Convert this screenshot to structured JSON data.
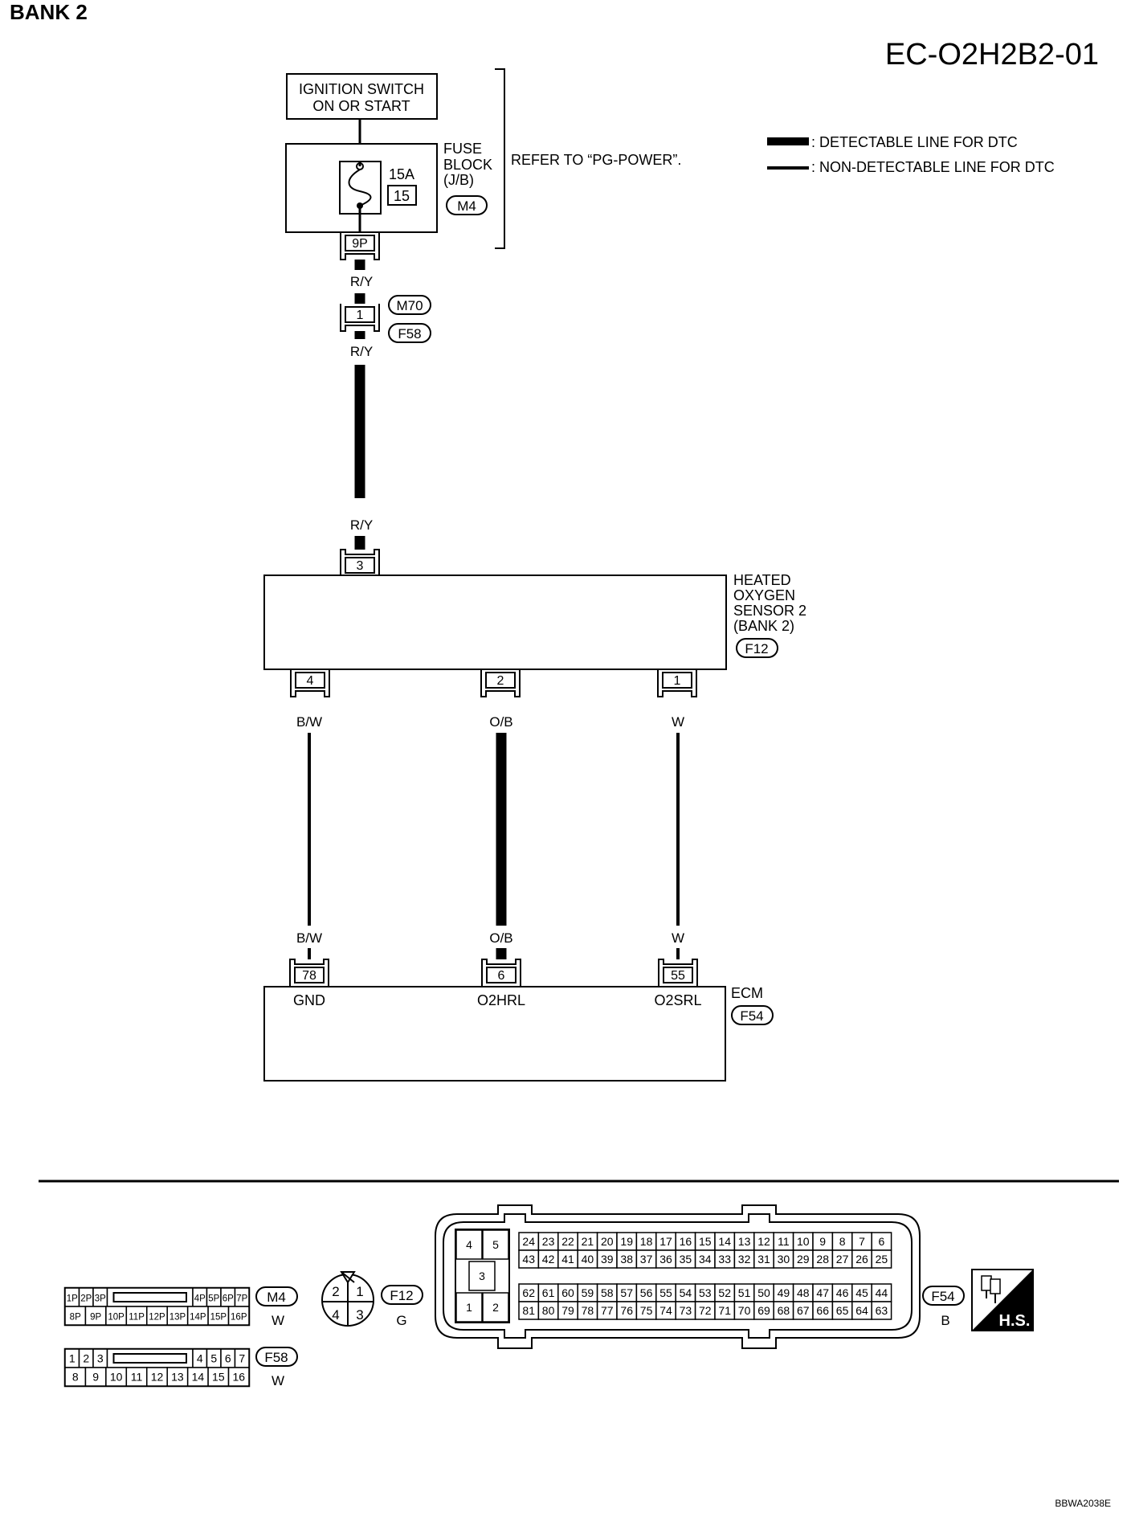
{
  "title": "BANK 2",
  "diagram_code": "EC-O2H2B2-01",
  "reference_code": "BBWA2038E",
  "legend": {
    "detectable": ": DETECTABLE LINE FOR DTC",
    "non_detectable": ": NON-DETECTABLE LINE FOR DTC"
  },
  "ignition": {
    "line1": "IGNITION SWITCH",
    "line2": "ON OR START"
  },
  "fuse_block": {
    "line1": "FUSE",
    "line2": "BLOCK",
    "line3": "(J/B)",
    "connector": "M4",
    "rating": "15A",
    "number": "15",
    "pin": "9P"
  },
  "refer_text": "REFER TO “PG-POWER”.",
  "joint": {
    "pin": "1",
    "connector_top": "M70",
    "connector_bottom": "F58"
  },
  "wires": {
    "ry": "R/Y",
    "bw": "B/W",
    "ob": "O/B",
    "w": "W"
  },
  "sensor": {
    "line1": "HEATED",
    "line2": "OXYGEN",
    "line3": "SENSOR 2",
    "line4": "(BANK 2)",
    "connector": "F12",
    "pin_top": "3",
    "pins_bottom": [
      "4",
      "2",
      "1"
    ]
  },
  "ecm": {
    "label": "ECM",
    "connector": "F54",
    "pins": [
      "78",
      "6",
      "55"
    ],
    "terminals": [
      "GND",
      "O2HRL",
      "O2SRL"
    ]
  },
  "connectors": {
    "m4": {
      "id": "M4",
      "color": "W",
      "row1_left": [
        "1P",
        "2P",
        "3P"
      ],
      "row1_right": [
        "4P",
        "5P",
        "6P",
        "7P"
      ],
      "row2": [
        "8P",
        "9P",
        "10P",
        "11P",
        "12P",
        "13P",
        "14P",
        "15P",
        "16P"
      ]
    },
    "f58": {
      "id": "F58",
      "color": "W",
      "row1_left": [
        "1",
        "2",
        "3"
      ],
      "row1_right": [
        "4",
        "5",
        "6",
        "7"
      ],
      "row2": [
        "8",
        "9",
        "10",
        "11",
        "12",
        "13",
        "14",
        "15",
        "16"
      ]
    },
    "f12": {
      "id": "F12",
      "color": "G",
      "pins": [
        "2",
        "1",
        "4",
        "3"
      ]
    },
    "f54": {
      "id": "F54",
      "color": "B",
      "block_pins": [
        "4",
        "5",
        "3",
        "1",
        "2"
      ],
      "rows": [
        [
          "24",
          "23",
          "22",
          "21",
          "20",
          "19",
          "18",
          "17",
          "16",
          "15",
          "14",
          "13",
          "12",
          "11",
          "10",
          "9",
          "8",
          "7",
          "6"
        ],
        [
          "43",
          "42",
          "41",
          "40",
          "39",
          "38",
          "37",
          "36",
          "35",
          "34",
          "33",
          "32",
          "31",
          "30",
          "29",
          "28",
          "27",
          "26",
          "25"
        ],
        [
          "62",
          "61",
          "60",
          "59",
          "58",
          "57",
          "56",
          "55",
          "54",
          "53",
          "52",
          "51",
          "50",
          "49",
          "48",
          "47",
          "46",
          "45",
          "44"
        ],
        [
          "81",
          "80",
          "79",
          "78",
          "77",
          "76",
          "75",
          "74",
          "73",
          "72",
          "71",
          "70",
          "69",
          "68",
          "67",
          "66",
          "65",
          "64",
          "63"
        ]
      ]
    },
    "hs": "H.S."
  }
}
